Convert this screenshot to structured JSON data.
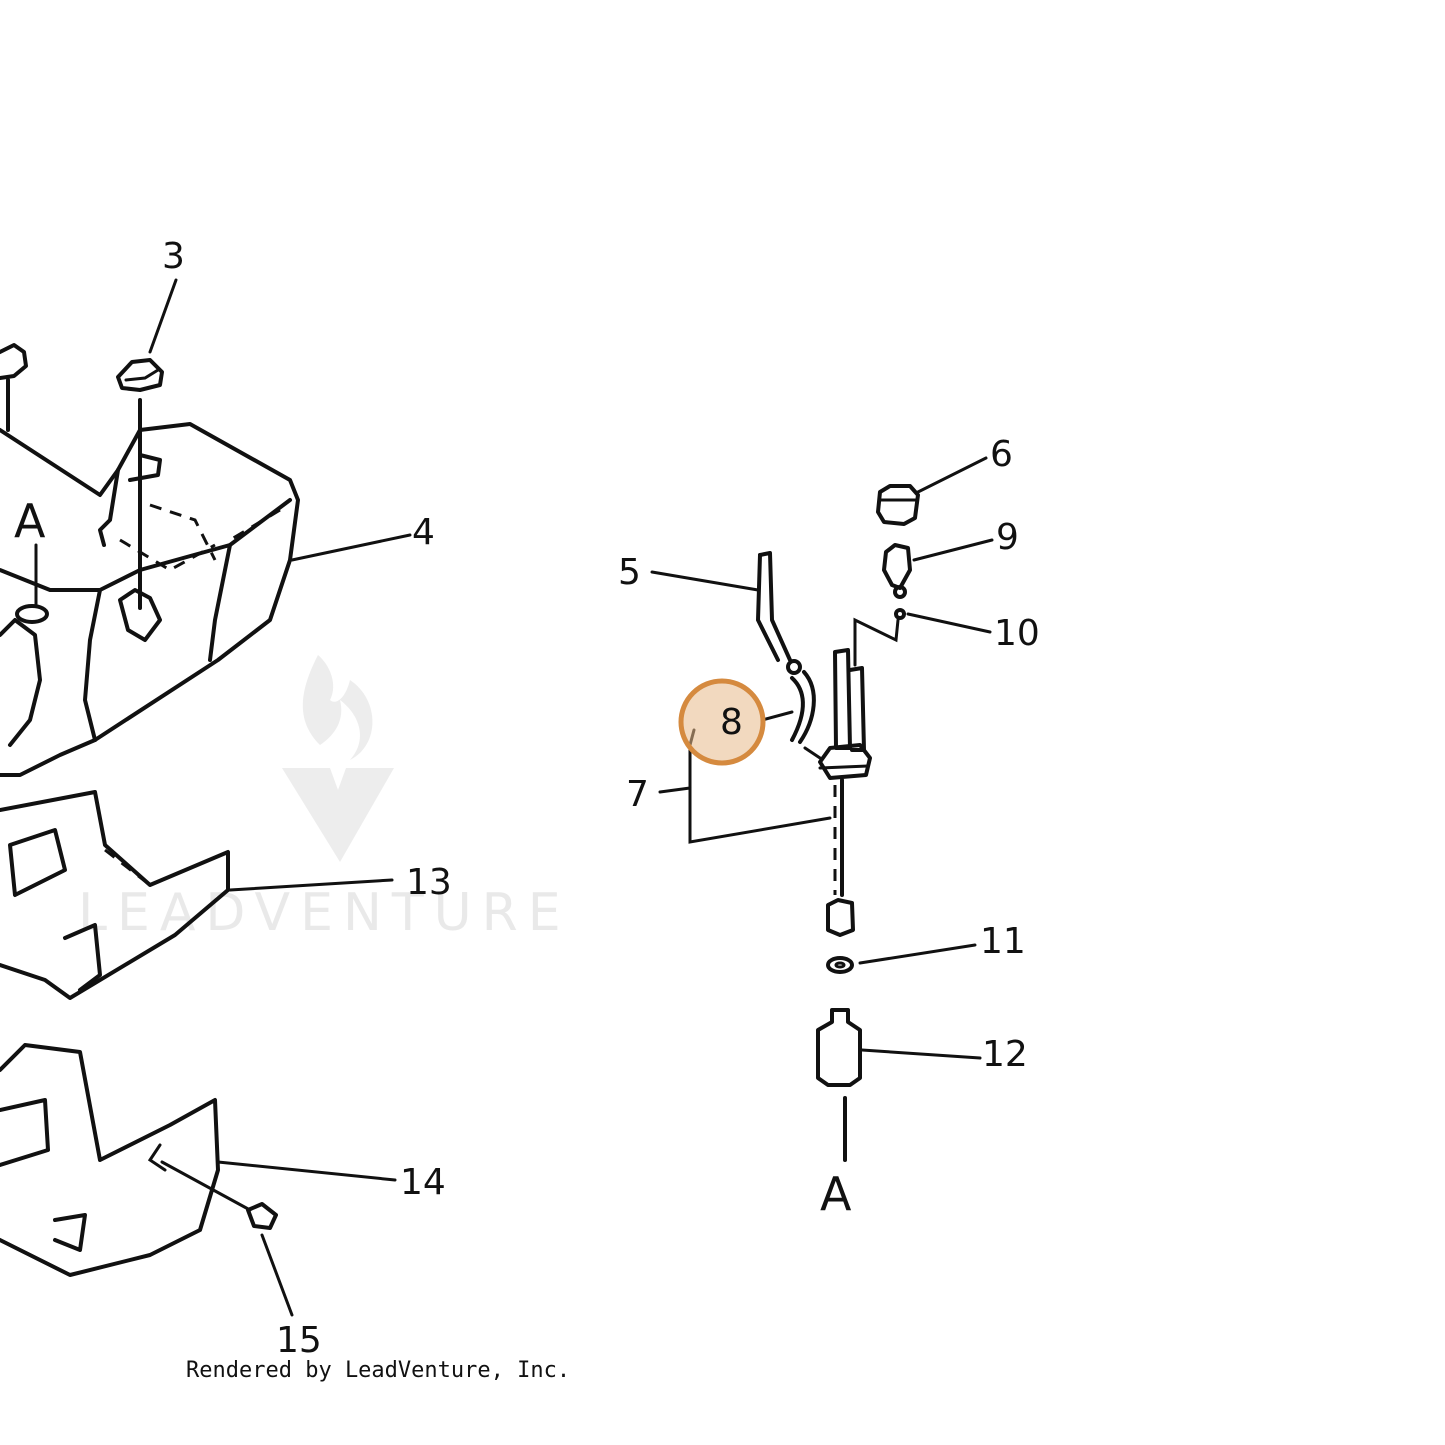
{
  "callouts": {
    "c3": "3",
    "c4": "4",
    "c5": "5",
    "c6": "6",
    "c7": "7",
    "c8": "8",
    "c9": "9",
    "c10": "10",
    "c11": "11",
    "c12": "12",
    "c13": "13",
    "c14": "14",
    "c15": "15"
  },
  "refs": {
    "a_top": "A",
    "a_bottom": "A"
  },
  "highlighted_part": "8",
  "watermark": "LEADVENTURE",
  "credit": "Rendered by LeadVenture, Inc.",
  "colors": {
    "highlight_fill": "#e8b98a",
    "highlight_stroke": "#d58a3f",
    "line": "#111111",
    "watermark": "#d7d7d7"
  }
}
